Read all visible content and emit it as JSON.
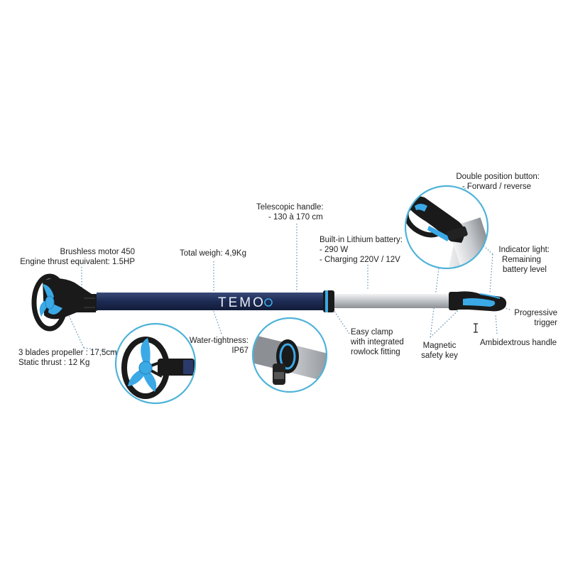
{
  "brand": {
    "logo_text": "TEMO"
  },
  "colors": {
    "tube_navy": "#1e2d57",
    "tube_silver": "#c9ccd0",
    "accent_blue": "#3ba9e6",
    "circle_stroke": "#4fb3d9",
    "leader_dots": "#5a8fb0",
    "dark_plastic": "#1a1a1a"
  },
  "labels": {
    "motor": {
      "line1": "Brushless motor 450",
      "line2": "Engine thrust equivalent: 1.5HP"
    },
    "weight": {
      "line1": "Total weigh: 4,9Kg"
    },
    "handle": {
      "line1": "Telescopic handle:",
      "line2": "- 130 à 170 cm"
    },
    "battery": {
      "line1": "Built-in Lithium battery:",
      "line2": "- 290 W",
      "line3": "- Charging 220V / 12V"
    },
    "button": {
      "line1": "Double position button:",
      "line2": "- Forward / reverse"
    },
    "indicator": {
      "line1": "Indicator light:",
      "line2": "Remaining",
      "line3": "battery level"
    },
    "trigger": {
      "line1": "Progressive",
      "line2": "trigger"
    },
    "ambidextrous": {
      "line1": "Ambidextrous handle"
    },
    "magnetic": {
      "line1": "Magnetic",
      "line2": "safety key"
    },
    "clamp": {
      "line1": "Easy clamp",
      "line2": "with integrated",
      "line3": "rowlock fitting"
    },
    "water": {
      "line1": "Water-tightness:",
      "line2": "IP67"
    },
    "propeller": {
      "line1": "3 blades propeller : 17,5cm",
      "line2": "Static thrust : 12 Kg"
    }
  }
}
